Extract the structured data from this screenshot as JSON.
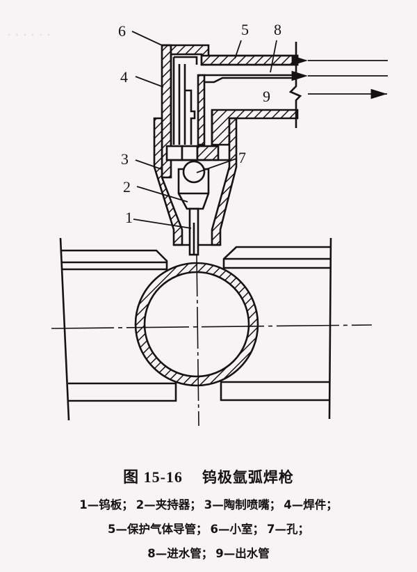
{
  "figure": {
    "number": "图 15-16",
    "title": "钨极氩弧焊枪",
    "callouts": [
      {
        "id": "1",
        "label": "1"
      },
      {
        "id": "2",
        "label": "2"
      },
      {
        "id": "3",
        "label": "3"
      },
      {
        "id": "4",
        "label": "4"
      },
      {
        "id": "5",
        "label": "5"
      },
      {
        "id": "6",
        "label": "6"
      },
      {
        "id": "7",
        "label": "7"
      },
      {
        "id": "8",
        "label": "8"
      },
      {
        "id": "9",
        "label": "9"
      }
    ],
    "flow_arrows": [
      {
        "direction": "left",
        "meaning": "in"
      },
      {
        "direction": "left",
        "meaning": "in"
      },
      {
        "direction": "right",
        "meaning": "out"
      }
    ],
    "colors": {
      "ink": "#141212",
      "paper": "#f7f4f5",
      "bleed": "#c8b8c2"
    }
  },
  "legend": {
    "lines": [
      [
        "1—钨板；",
        "2—夹持器；",
        "3—陶制喷嘴；",
        "4—焊件；"
      ],
      [
        "5—保护气体导管；",
        "6—小室；",
        "7—孔；"
      ],
      [
        "8—进水管；",
        "9—出水管"
      ]
    ]
  }
}
